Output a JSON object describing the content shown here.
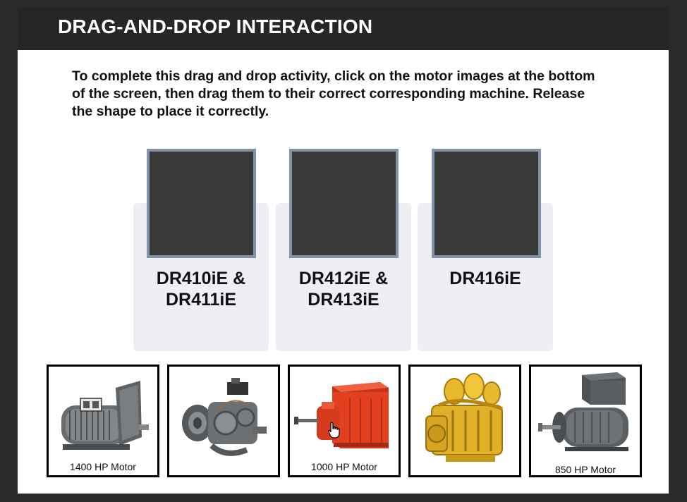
{
  "header": {
    "title": "DRAG-AND-DROP INTERACTION"
  },
  "instructions": "To complete this drag and drop activity, click on the motor images at the bottom of the screen, then drag them to their correct corresponding machine. Release the shape to place it correctly.",
  "machines": [
    {
      "line1": "DR410iE &",
      "line2": "DR411iE"
    },
    {
      "line1": "DR412iE &",
      "line2": "DR413iE"
    },
    {
      "line1": "DR416iE",
      "line2": ""
    }
  ],
  "motors": [
    {
      "label": "1400 HP Motor",
      "icon": "gray-electric-motor-icon"
    },
    {
      "label": "",
      "icon": "gray-turbo-engine-icon"
    },
    {
      "label": "1000 HP Motor",
      "icon": "red-electric-motor-icon"
    },
    {
      "label": "",
      "icon": "yellow-diesel-engine-icon"
    },
    {
      "label": "850 HP Motor",
      "icon": "gray-large-motor-icon"
    }
  ],
  "colors": {
    "header_bg": "#262626",
    "drop_target_border": "#8292a8",
    "drop_target_fill": "#393939",
    "card_bg": "#eeeef5",
    "red_motor": "#e2401f",
    "yellow_engine": "#e8b92c"
  }
}
